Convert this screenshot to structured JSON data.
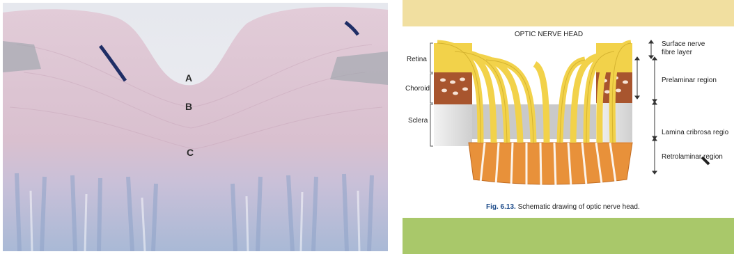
{
  "histology": {
    "labels": [
      "A",
      "B",
      "C"
    ]
  },
  "schematic": {
    "title": "OPTIC NERVE HEAD",
    "left_labels": [
      "Retina",
      "Choroid",
      "Sclera"
    ],
    "right_labels": [
      "Surface nerve",
      "fibre layer",
      "Prelaminar region",
      "Lamina cribrosa regio",
      "Retrolaminar region"
    ],
    "caption_fig": "Fig. 6.13.",
    "caption_text": " Schematic drawing of optic nerve head."
  },
  "colors": {
    "fiber_yellow": "#f2d24a",
    "fiber_orange": "#e8913a",
    "choroid_brown": "#a8552e",
    "page_top_bg": "#f1dfa0",
    "page_bottom_bg": "#a9c86a",
    "tissue_pink": "#dcc4d2",
    "tissue_blue": "#a9b9d6"
  }
}
